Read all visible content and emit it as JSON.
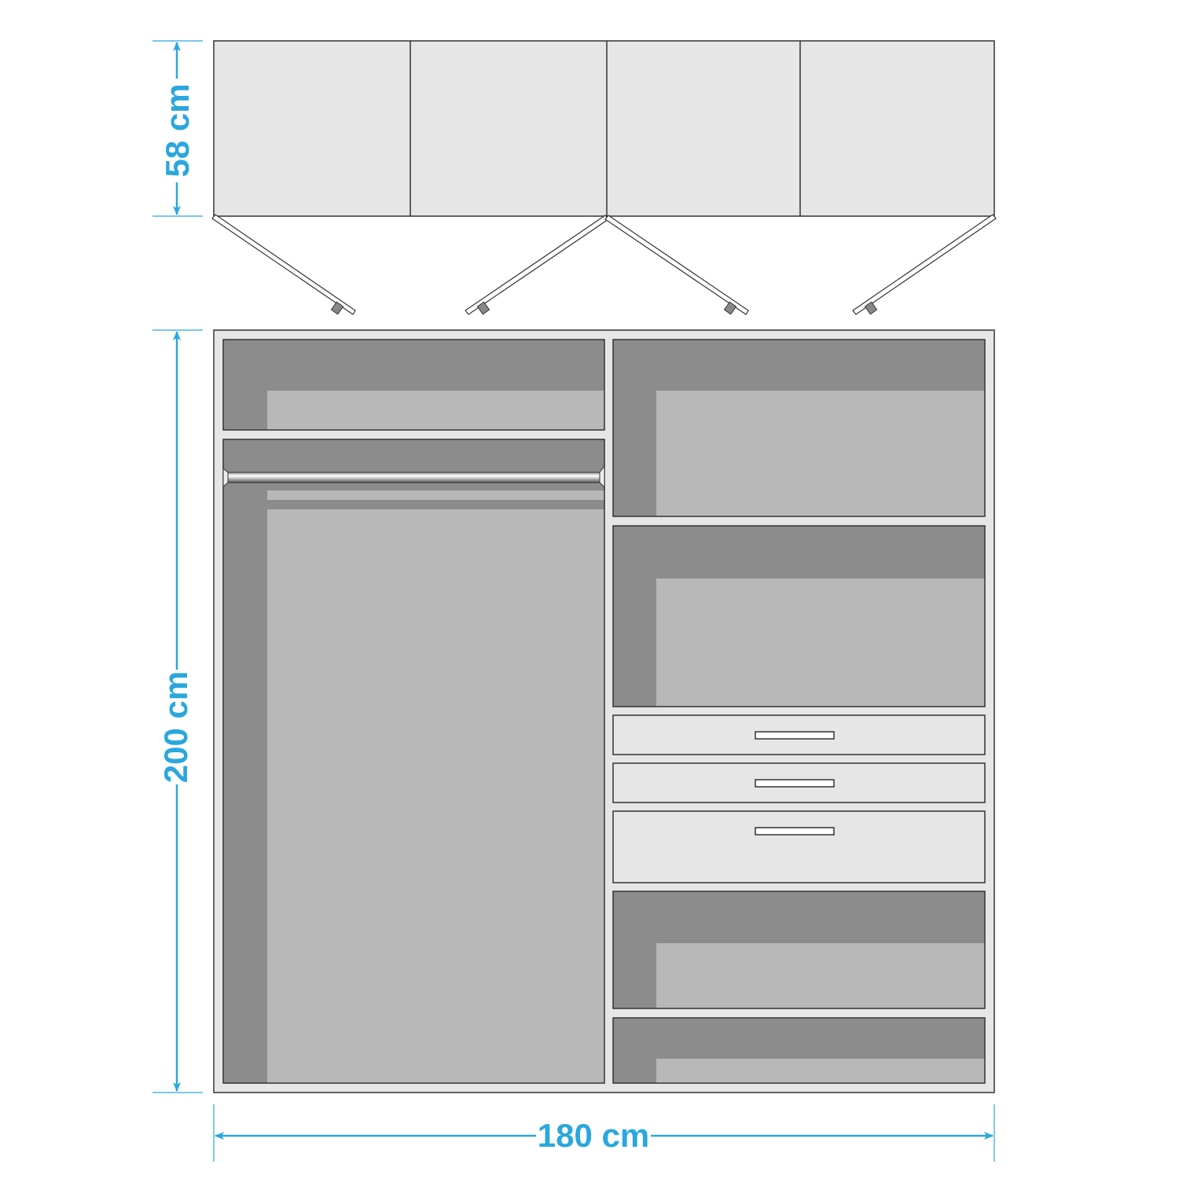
{
  "dimensions": {
    "depth_label": "58 cm",
    "height_label": "200 cm",
    "width_label": "180 cm"
  },
  "colors": {
    "dimension": "#2aa7dd",
    "panel": "#e6e6e6",
    "shadow": "#8c8c8c",
    "interior": "#b8b8b8"
  }
}
